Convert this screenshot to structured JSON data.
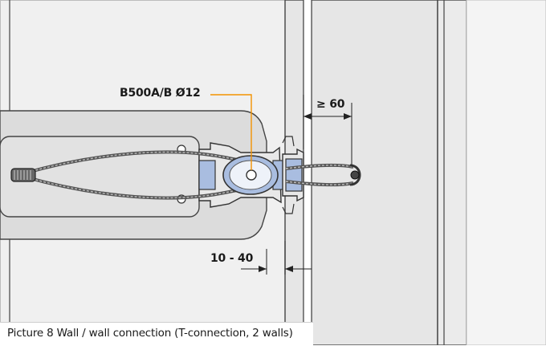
{
  "labels": {
    "rebar": "B500A/B Ø12",
    "dim_top": "≥ 60",
    "dim_bottom": "10 - 40"
  },
  "caption": "Picture 8  Wall / wall connection (T-connection, 2 walls)",
  "colors": {
    "leader": "#f39200",
    "wall_fill": "#e9e9e9",
    "element_fill": "#d6d6d6",
    "rail_blue": "#a9bde0",
    "outline": "#333333"
  }
}
